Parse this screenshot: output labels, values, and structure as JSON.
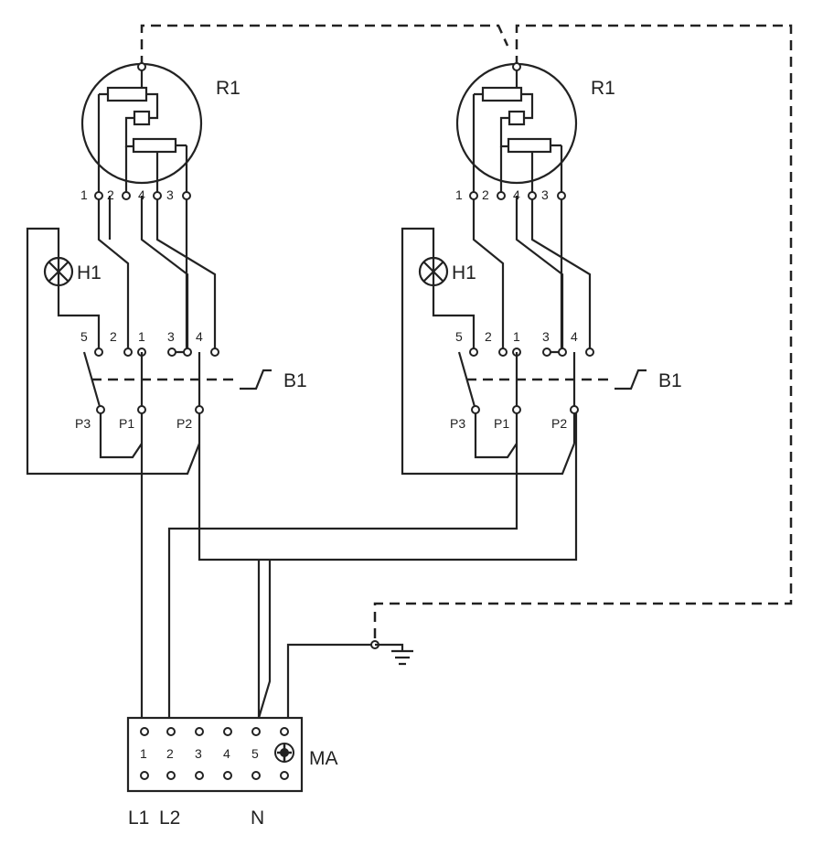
{
  "relay_label": "R1",
  "lamp_label": "H1",
  "switch_label": "B1",
  "relay_pins": [
    "1",
    "2",
    "4",
    "3"
  ],
  "switch_top_pins": [
    "5",
    "2",
    "1",
    "3",
    "4"
  ],
  "switch_bottom_pins": [
    "P3",
    "P1",
    "P2"
  ],
  "terminal_label": "MA",
  "terminal_numbers": [
    "1",
    "2",
    "3",
    "4",
    "5"
  ],
  "bottom_labels": [
    "L1",
    "L2",
    "N"
  ]
}
